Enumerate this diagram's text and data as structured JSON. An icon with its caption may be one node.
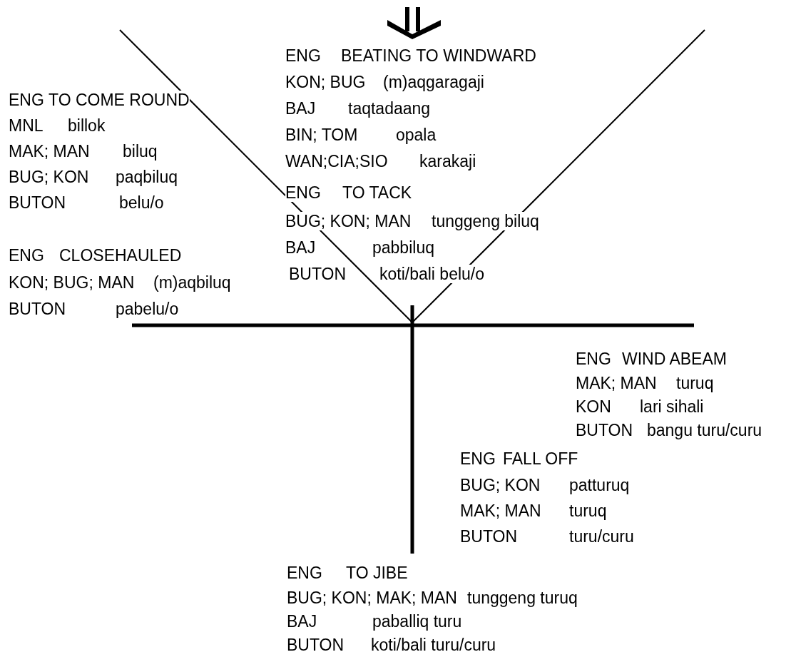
{
  "diagram": {
    "labels": [
      "ENG",
      "BEATING TO WINDWARD",
      "KON; BUG",
      "(m)aqgaragaji",
      "BAJ",
      "taqtadaang",
      "BIN; TOM",
      "opala",
      "WAN;CIA;SIO",
      "karakaji",
      "ENG",
      "TO COME ROUND",
      "MNL",
      "billok",
      "MAK; MAN",
      "biluq",
      "BUG; KON",
      "paqbiluq",
      "BUTON",
      "belu/o",
      "ENG",
      "TO TACK",
      "BUG; KON; MAN",
      "tunggeng biluq",
      "BAJ",
      "pabbiluq",
      "BUTON",
      "koti/bali belu/o",
      "ENG",
      "CLOSEHAULED",
      "KON; BUG; MAN",
      "(m)aqbiluq",
      "BUTON",
      "pabelu/o",
      "ENG",
      "WIND ABEAM",
      "MAK; MAN",
      "turuq",
      "KON",
      "lari sihali",
      "BUTON",
      "bangu turu/curu",
      "ENG",
      "FALL OFF",
      "BUG; KON",
      "patturuq",
      "MAK; MAN",
      "turuq",
      "BUTON",
      "turu/curu",
      "ENG",
      "TO JIBE",
      "BUG; KON; MAK; MAN",
      "tunggeng turuq",
      "BAJ",
      "paballiq turu",
      "BUTON",
      "koti/bali turu/curu"
    ]
  }
}
